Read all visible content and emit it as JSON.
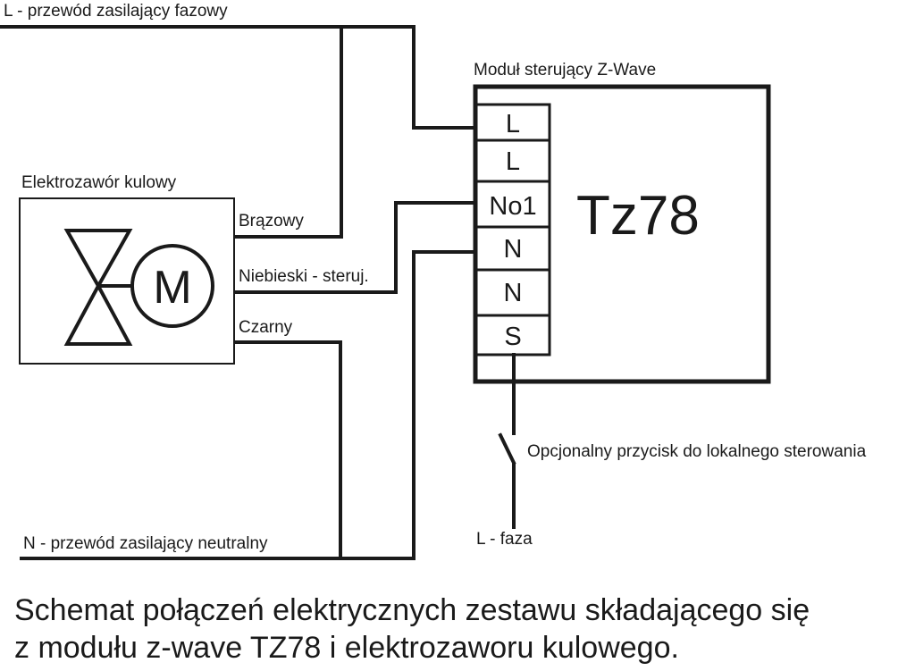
{
  "labels": {
    "phase_supply": "L - przewód zasilający fazowy",
    "module_title": "Moduł sterujący Z-Wave",
    "valve_title": "Elektrozawór kulowy",
    "wire_brown": "Brązowy",
    "wire_blue": "Niebieski - steruj.",
    "wire_black": "Czarny",
    "optional_button": "Opcjonalny przycisk do lokalnego sterowania",
    "neutral_supply": "N - przewód zasilający neutralny",
    "phase_local": "L - faza"
  },
  "module": {
    "name": "Tz78",
    "terminals": [
      "L",
      "L",
      "No1",
      "N",
      "N",
      "S"
    ]
  },
  "valve": {
    "motor_symbol": "M"
  },
  "caption": {
    "line1": "Schemat połączeń elektrycznych zestawu składającego się",
    "line2": "z modułu z-wave TZ78 i elektrozaworu kulowego."
  }
}
